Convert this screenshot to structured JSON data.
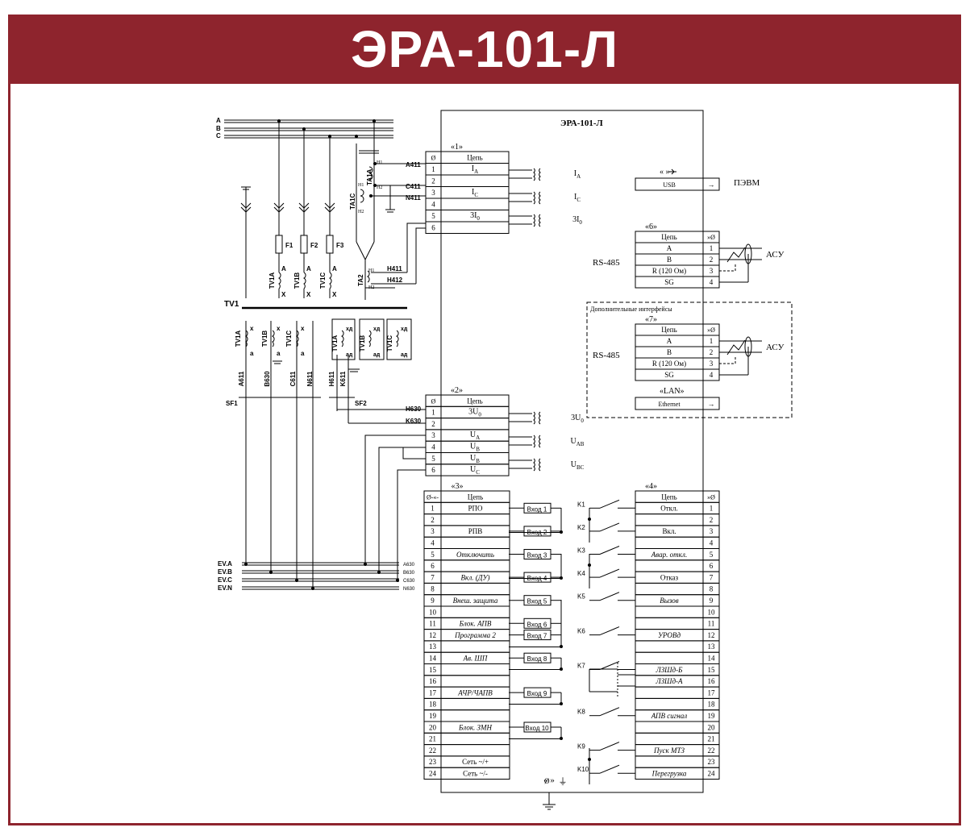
{
  "title": "ЭРА-101-Л",
  "device_label": "ЭРА-101-Л",
  "bus": {
    "a": "A",
    "b": "B",
    "c": "C"
  },
  "tv1": "TV1",
  "fuses": [
    "F1",
    "F2",
    "F3"
  ],
  "tv_top": [
    {
      "name": "TV1A",
      "a": "A",
      "x": "X"
    },
    {
      "name": "TV1B",
      "a": "A",
      "x": "X"
    },
    {
      "name": "TV1C",
      "a": "A",
      "x": "X"
    }
  ],
  "tv_bottom": [
    {
      "name": "TV1A",
      "x": "x",
      "a": "a"
    },
    {
      "name": "TV1B",
      "x": "x",
      "a": "a"
    },
    {
      "name": "TV1C",
      "x": "x",
      "a": "a"
    }
  ],
  "tv_open": [
    {
      "name": "TV1A",
      "x": "xд",
      "a": "aд"
    },
    {
      "name": "TV1B",
      "x": "xд",
      "a": "aд"
    },
    {
      "name": "TV1C",
      "x": "xд",
      "a": "aд"
    }
  ],
  "ct": {
    "ta1a": "TA1A",
    "ta1c": "TA1C",
    "ta2": "TA2",
    "h1": "H1",
    "h2": "H2"
  },
  "wire_labels_current": [
    "A411",
    "C411",
    "N411",
    "H411",
    "H412"
  ],
  "wire_labels_voltage": [
    "A611",
    "B630",
    "C611",
    "N611",
    "H611",
    "K611"
  ],
  "sf1": "SF1",
  "sf2": "SF2",
  "k_wires": [
    "H630",
    "K630"
  ],
  "ev_buses": [
    {
      "name": "EV.A",
      "code": "A630"
    },
    {
      "name": "EV.B",
      "code": "B630"
    },
    {
      "name": "EV.C",
      "code": "C630"
    },
    {
      "name": "EV.N",
      "code": "N630"
    }
  ],
  "block1": {
    "tag": "«1»",
    "header": "Цепь",
    "rows": [
      {
        "num": "1",
        "label": "IA"
      },
      {
        "num": "2",
        "label": ""
      },
      {
        "num": "3",
        "label": "IC"
      },
      {
        "num": "4",
        "label": ""
      },
      {
        "num": "5",
        "label": "3I0"
      },
      {
        "num": "6",
        "label": ""
      }
    ],
    "outputs": [
      "IA",
      "IC",
      "3I0"
    ]
  },
  "block2": {
    "tag": "«2»",
    "header": "Цепь",
    "rows": [
      {
        "num": "1",
        "label": "3U0"
      },
      {
        "num": "2",
        "label": ""
      },
      {
        "num": "3",
        "label": "UA"
      },
      {
        "num": "4",
        "label": "UB"
      },
      {
        "num": "5",
        "label": "UB"
      },
      {
        "num": "6",
        "label": "UC"
      }
    ],
    "outputs": [
      "3U0",
      "UAB",
      "UBC"
    ]
  },
  "usb": {
    "tag": "«  »",
    "label": "USB",
    "target": "ПЭВМ"
  },
  "block6": {
    "tag": "«6»",
    "header": "Цепь",
    "iface": "RS-485",
    "asu": "АСУ",
    "rows": [
      {
        "num": "1",
        "label": "A"
      },
      {
        "num": "2",
        "label": "B"
      },
      {
        "num": "3",
        "label": "R (120 Ом)"
      },
      {
        "num": "4",
        "label": "SG"
      }
    ]
  },
  "extra_label": "Дополнительные интерфейсы",
  "block7": {
    "tag": "«7»",
    "header": "Цепь",
    "iface": "RS-485",
    "asu": "АСУ",
    "rows": [
      {
        "num": "1",
        "label": "A"
      },
      {
        "num": "2",
        "label": "B"
      },
      {
        "num": "3",
        "label": "R (120 Ом)"
      },
      {
        "num": "4",
        "label": "SG"
      }
    ]
  },
  "lan": {
    "tag": "«LAN»",
    "label": "Ethernet"
  },
  "block3": {
    "tag": "«3»",
    "header": "Цепь",
    "rows": [
      {
        "num": "1",
        "label": "РПО",
        "input": "Вход 1"
      },
      {
        "num": "2",
        "label": "",
        "input": ""
      },
      {
        "num": "3",
        "label": "РПВ",
        "input": "Вход 2"
      },
      {
        "num": "4",
        "label": "",
        "input": ""
      },
      {
        "num": "5",
        "label": "Отключить",
        "input": "Вход 3"
      },
      {
        "num": "6",
        "label": "",
        "input": ""
      },
      {
        "num": "7",
        "label": "Вкл. (ДУ)",
        "input": "Вход 4"
      },
      {
        "num": "8",
        "label": "",
        "input": ""
      },
      {
        "num": "9",
        "label": "Внеш. защита",
        "input": "Вход 5"
      },
      {
        "num": "10",
        "label": "",
        "input": ""
      },
      {
        "num": "11",
        "label": "Блок. АПВ",
        "input": "Вход 6"
      },
      {
        "num": "12",
        "label": "Программа 2",
        "input": "Вход 7"
      },
      {
        "num": "13",
        "label": "",
        "input": ""
      },
      {
        "num": "14",
        "label": "Ав. ШП",
        "input": "Вход 8"
      },
      {
        "num": "15",
        "label": "",
        "input": ""
      },
      {
        "num": "16",
        "label": "",
        "input": ""
      },
      {
        "num": "17",
        "label": "АЧР/ЧАПВ",
        "input": "Вход 9"
      },
      {
        "num": "18",
        "label": "",
        "input": ""
      },
      {
        "num": "19",
        "label": "",
        "input": ""
      },
      {
        "num": "20",
        "label": "Блок. ЗМН",
        "input": "Вход 10"
      },
      {
        "num": "21",
        "label": "",
        "input": ""
      },
      {
        "num": "22",
        "label": "",
        "input": ""
      },
      {
        "num": "23",
        "label": "Сеть ~/+",
        "input": ""
      },
      {
        "num": "24",
        "label": "Сеть ~/-",
        "input": ""
      }
    ]
  },
  "block4": {
    "tag": "«4»",
    "header": "Цепь",
    "rows": [
      {
        "num": "1",
        "label": "Откл."
      },
      {
        "num": "2",
        "label": ""
      },
      {
        "num": "3",
        "label": "Вкл."
      },
      {
        "num": "4",
        "label": ""
      },
      {
        "num": "5",
        "label": "Авар. откл."
      },
      {
        "num": "6",
        "label": ""
      },
      {
        "num": "7",
        "label": "Отказ"
      },
      {
        "num": "8",
        "label": ""
      },
      {
        "num": "9",
        "label": "Вызов"
      },
      {
        "num": "10",
        "label": ""
      },
      {
        "num": "11",
        "label": ""
      },
      {
        "num": "12",
        "label": "УРОВд"
      },
      {
        "num": "13",
        "label": ""
      },
      {
        "num": "14",
        "label": ""
      },
      {
        "num": "15",
        "label": "ЛЗШд-Б"
      },
      {
        "num": "16",
        "label": "ЛЗШд-А"
      },
      {
        "num": "17",
        "label": ""
      },
      {
        "num": "18",
        "label": ""
      },
      {
        "num": "19",
        "label": "АПВ сигнал"
      },
      {
        "num": "20",
        "label": ""
      },
      {
        "num": "21",
        "label": ""
      },
      {
        "num": "22",
        "label": "Пуск МТЗ"
      },
      {
        "num": "23",
        "label": ""
      },
      {
        "num": "24",
        "label": "Перегрузка"
      }
    ],
    "relays": [
      "K1",
      "K2",
      "K3",
      "K4",
      "K5",
      "K6",
      "K7",
      "K8",
      "K9",
      "K10"
    ]
  },
  "ground_tag": "«  »"
}
